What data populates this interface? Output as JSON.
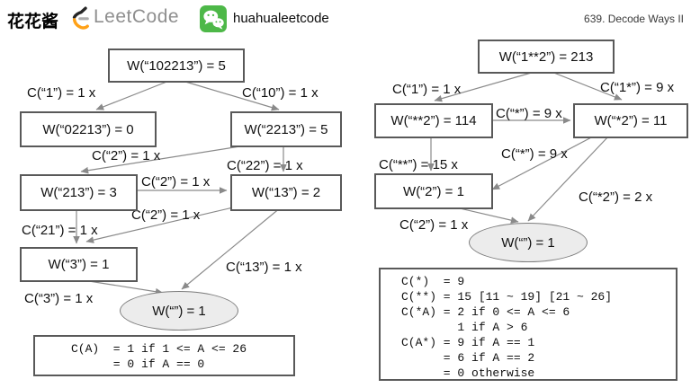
{
  "header": {
    "brand": "花花酱",
    "leetcode": "LeetCode",
    "wechat_handle": "huahualeetcode",
    "slide_title": "639. Decode Ways II"
  },
  "colors": {
    "leetcode_orange": "#FFA116",
    "leetcode_dark": "#262626",
    "leetcode_gray": "#8f8f8f",
    "wechat_green": "#4DB848",
    "edge_gray": "#8a8a8a",
    "ellipse_fill": "#ececec"
  },
  "left_tree": {
    "nodes": {
      "root": "W(“102213”) = 5",
      "n02213": "W(“02213”) = 0",
      "n2213": "W(“2213”) = 5",
      "n213": "W(“213”) = 3",
      "n13": "W(“13”) = 2",
      "n3": "W(“3”) = 1",
      "empty": "W(“”) = 1"
    },
    "edge_labels": {
      "c1": "C(“1”) = 1 x",
      "c10": "C(“10”) = 1 x",
      "c2_2213_213": "C(“2”) = 1 x",
      "c22": "C(“22”) = 1 x",
      "c2_213_13": "C(“2”) = 1 x",
      "c2_13_3": "C(“2”) = 1 x",
      "c21": "C(“21”) = 1 x",
      "c13": "C(“13”) = 1 x",
      "c3": "C(“3”) = 1 x"
    },
    "formula": [
      "C(A)  = 1 if 1 <= A <= 26",
      "      = 0 if A == 0"
    ]
  },
  "right_tree": {
    "nodes": {
      "root": "W(“1**2”) = 213",
      "nss2": "W(“**2”) = 114",
      "ns2": "W(“*2”) = 11",
      "n2": "W(“2”) = 1",
      "empty": "W(“”) = 1"
    },
    "edge_labels": {
      "c1": "C(“1”) = 1 x",
      "c1s": "C(“1*”) = 9 x",
      "cs_horiz": "C(“*”) = 9 x",
      "css": "C(“**”) = 15 x",
      "cs_to_2": "C(“*”) = 9 x",
      "cs2": "C(“*2”) = 2 x",
      "c2": "C(“2”) = 1 x"
    },
    "formula": [
      "C(*)  = 9",
      "C(**) = 15 [11 ~ 19] [21 ~ 26]",
      "C(*A) = 2 if 0 <= A <= 6",
      "        1 if A > 6",
      "C(A*) = 9 if A == 1",
      "      = 6 if A == 2",
      "      = 0 otherwise"
    ]
  }
}
